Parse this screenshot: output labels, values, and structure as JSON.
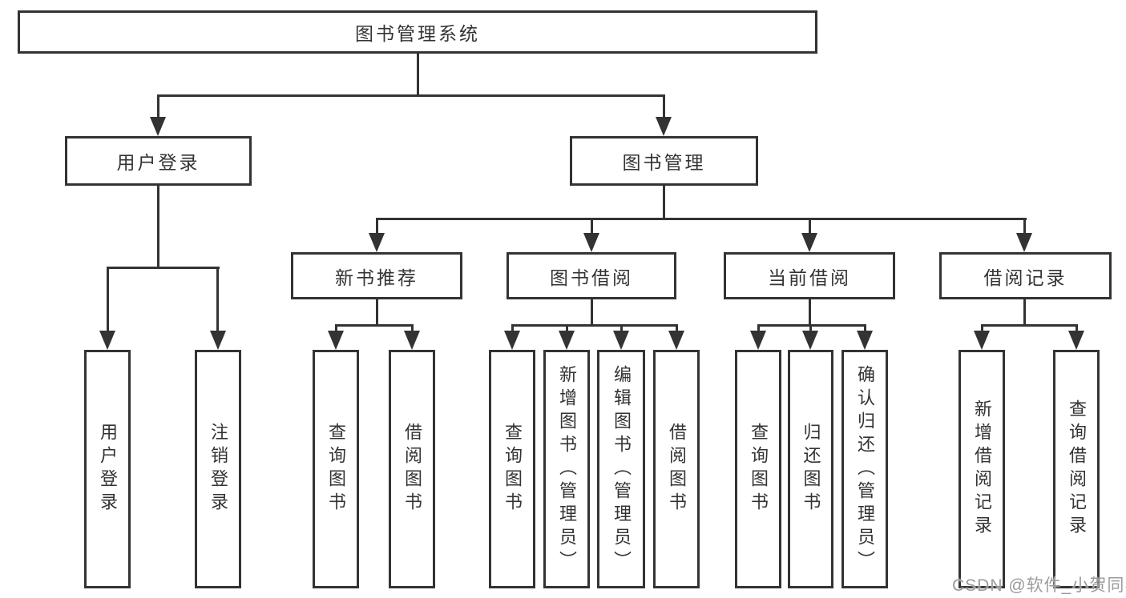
{
  "diagram": {
    "root": {
      "label": "图书管理系统",
      "children": [
        {
          "label": "用户登录",
          "children": [
            {
              "label": "用户登录"
            },
            {
              "label": "注销登录"
            }
          ]
        },
        {
          "label": "图书管理",
          "children": [
            {
              "label": "新书推荐",
              "children": [
                {
                  "label": "查询图书"
                },
                {
                  "label": "借阅图书"
                }
              ]
            },
            {
              "label": "图书借阅",
              "children": [
                {
                  "label": "查询图书"
                },
                {
                  "label": "新增图书（管理员）"
                },
                {
                  "label": "编辑图书（管理员）"
                },
                {
                  "label": "借阅图书"
                }
              ]
            },
            {
              "label": "当前借阅",
              "children": [
                {
                  "label": "查询图书"
                },
                {
                  "label": "归还图书"
                },
                {
                  "label": "确认归还（管理员）"
                }
              ]
            },
            {
              "label": "借阅记录",
              "children": [
                {
                  "label": "新增借阅记录"
                },
                {
                  "label": "查询借阅记录"
                }
              ]
            }
          ]
        }
      ]
    },
    "watermark": "CSDN @软件_小贺同学",
    "colors": {
      "line": "#333333",
      "box_fill": "#ffffff",
      "text": "#333333",
      "watermark_text": "#9b9b9b"
    }
  }
}
